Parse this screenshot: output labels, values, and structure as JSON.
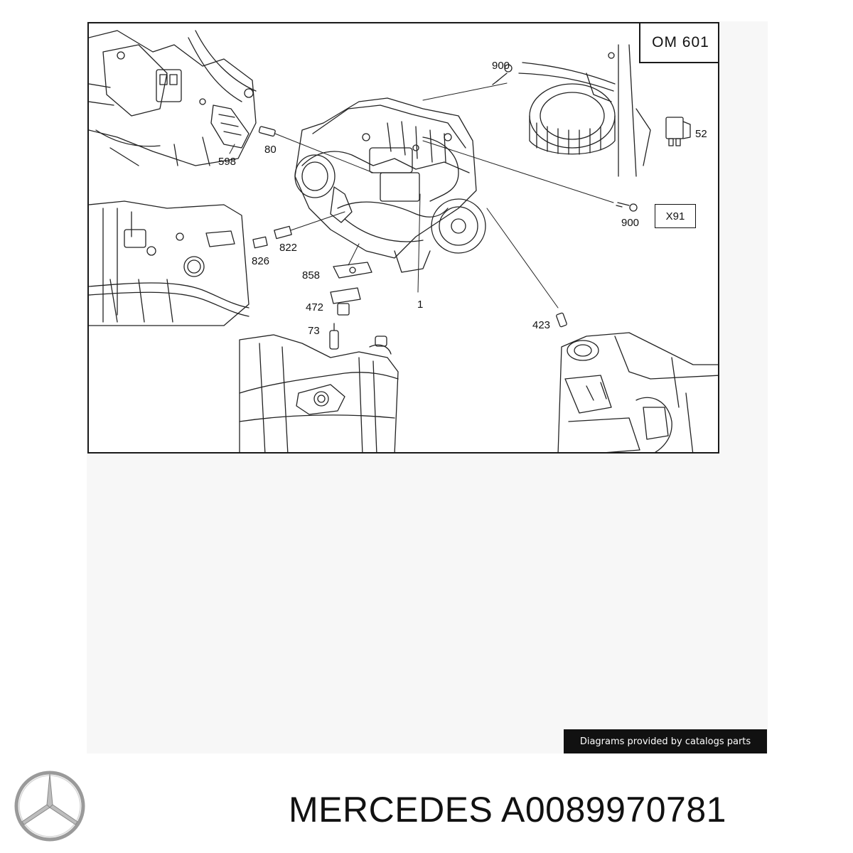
{
  "diagram": {
    "engine_code": "OM 601",
    "connector_label": "X91",
    "callouts": {
      "c900_top": "900",
      "c52": "52",
      "c598": "598",
      "c80": "80",
      "c900_right": "900",
      "c822": "822",
      "c826": "826",
      "c858": "858",
      "c472": "472",
      "c1": "1",
      "c73": "73",
      "c423": "423"
    }
  },
  "credit": "Diagrams provided by catalogs parts",
  "brand": "MERCEDES",
  "part_number": "A0089970781"
}
